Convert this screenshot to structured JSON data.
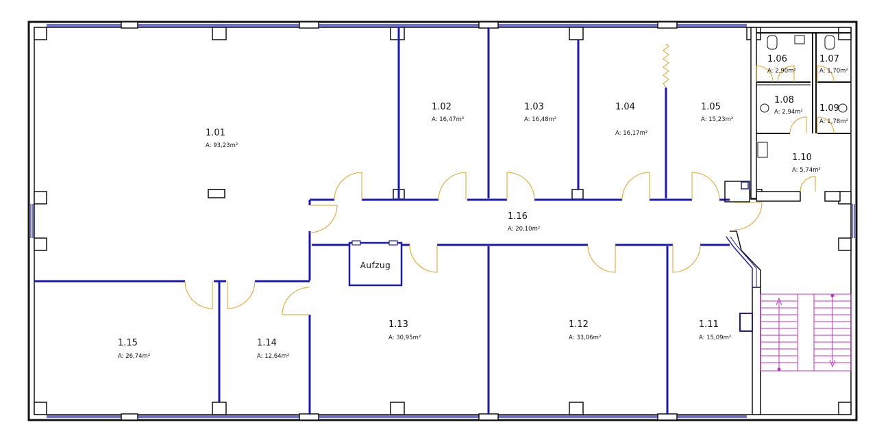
{
  "rooms": [
    {
      "id": "1.01",
      "area": "A: 93,23m²"
    },
    {
      "id": "1.02",
      "area": "A: 16,47m²"
    },
    {
      "id": "1.03",
      "area": "A: 16,48m²"
    },
    {
      "id": "1.04",
      "area": "A: 16,17m²"
    },
    {
      "id": "1.05",
      "area": "A: 15,23m²"
    },
    {
      "id": "1.06",
      "area": "A: 2,90m²"
    },
    {
      "id": "1.07",
      "area": "A: 1,70m²"
    },
    {
      "id": "1.08",
      "area": "A: 2,94m²"
    },
    {
      "id": "1.09",
      "area": "A: 1,78m²"
    },
    {
      "id": "1.10",
      "area": "A: 5,74m²"
    },
    {
      "id": "1.11",
      "area": "A: 15,09m²"
    },
    {
      "id": "1.12",
      "area": "A: 33,06m²"
    },
    {
      "id": "1.13",
      "area": "A: 30,95m²"
    },
    {
      "id": "1.14",
      "area": "A: 12,64m²"
    },
    {
      "id": "1.15",
      "area": "A: 26,74m²"
    },
    {
      "id": "1.16",
      "area": "A: 20,10m²"
    }
  ],
  "elevator": {
    "label": "Aufzug"
  },
  "colors": {
    "walls": "#111111",
    "partitions": "#1a1ab0",
    "doors": "#e0a020",
    "stairs": "#c030c0"
  }
}
